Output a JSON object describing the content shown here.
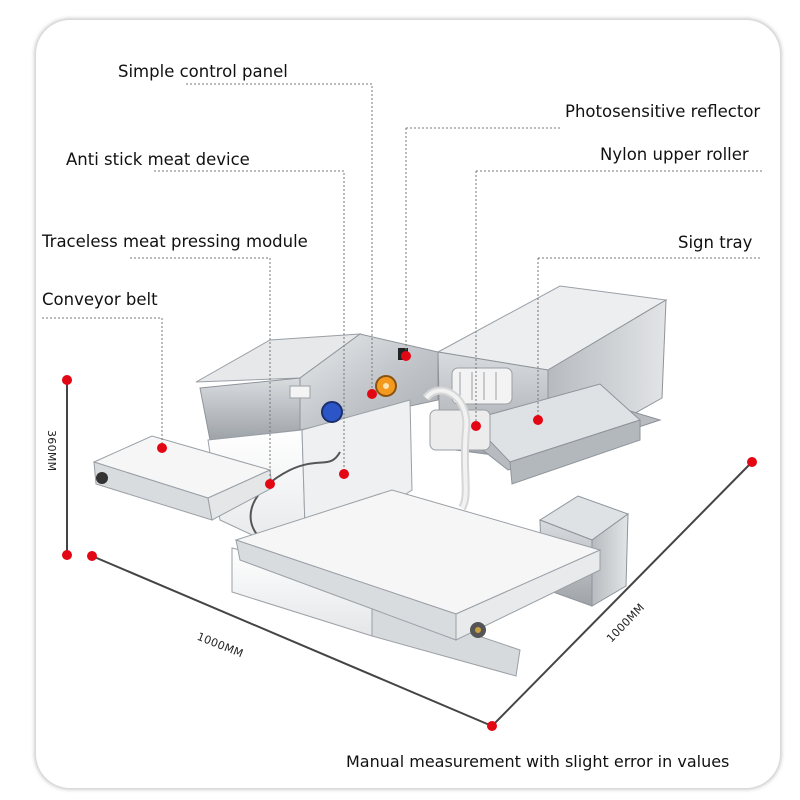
{
  "labels": {
    "control_panel": "Simple control panel",
    "reflector": "Photosensitive reflector",
    "anti_stick": "Anti stick meat device",
    "nylon_roller": "Nylon upper roller",
    "pressing_module": "Traceless meat pressing module",
    "sign_tray": "Sign tray",
    "conveyor_belt": "Conveyor belt"
  },
  "dimensions": {
    "height": "360MM",
    "length": "1000MM",
    "depth": "1000MM"
  },
  "note": "Manual measurement with slight error in values",
  "colors": {
    "marker": "#e30613",
    "leader": "#777777",
    "steel": "#c9cdd1",
    "belt": "#f6f6f6",
    "knob_blue": "#2c55c8",
    "knob_orange": "#f39a1e"
  }
}
